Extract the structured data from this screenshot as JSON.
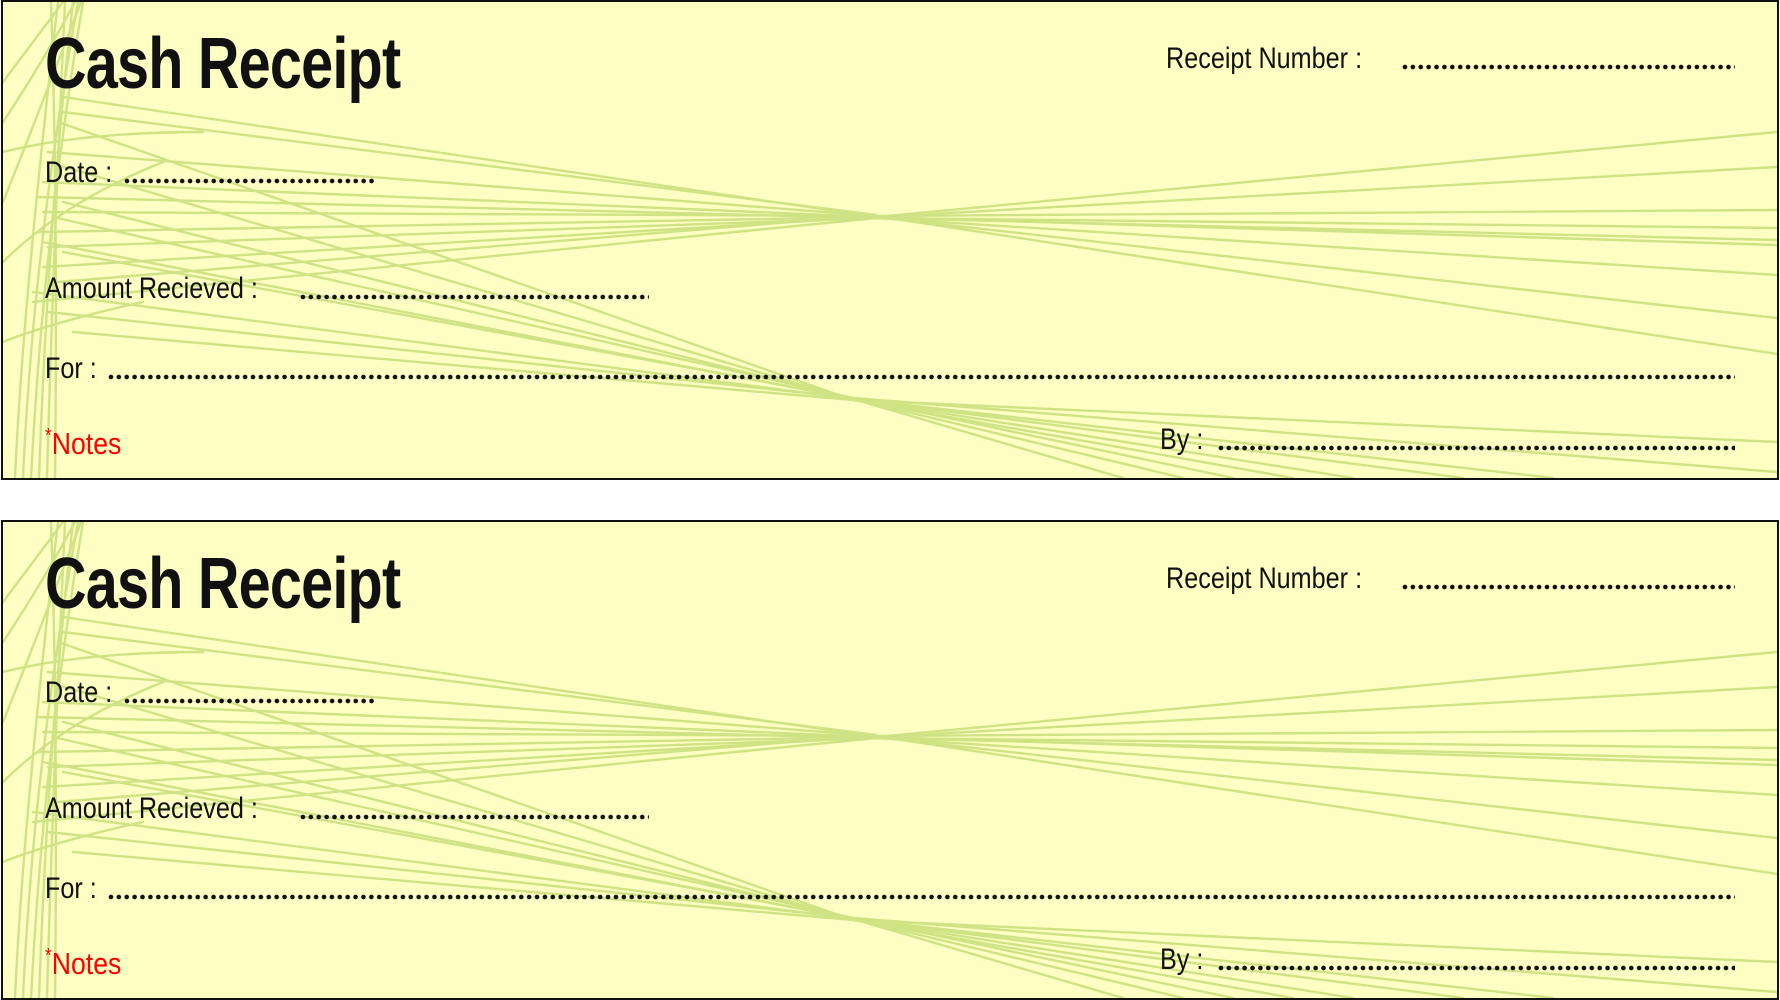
{
  "receipts": [
    {
      "title": "Cash Receipt",
      "receipt_number_label": "Receipt Number :",
      "date_label": "Date :",
      "amount_label": "Amount Recieved :",
      "for_label": "For :",
      "notes_asterisk": "*",
      "notes_label": "Notes",
      "by_label": "By :"
    },
    {
      "title": "Cash Receipt",
      "receipt_number_label": "Receipt Number :",
      "date_label": "Date :",
      "amount_label": "Amount Recieved :",
      "for_label": "For :",
      "notes_asterisk": "*",
      "notes_label": "Notes",
      "by_label": "By :"
    }
  ],
  "colors": {
    "background": "#FEFFC2",
    "line_pattern": "#CFE385",
    "text": "#111111",
    "notes": "#FF0000",
    "border": "#111111"
  }
}
